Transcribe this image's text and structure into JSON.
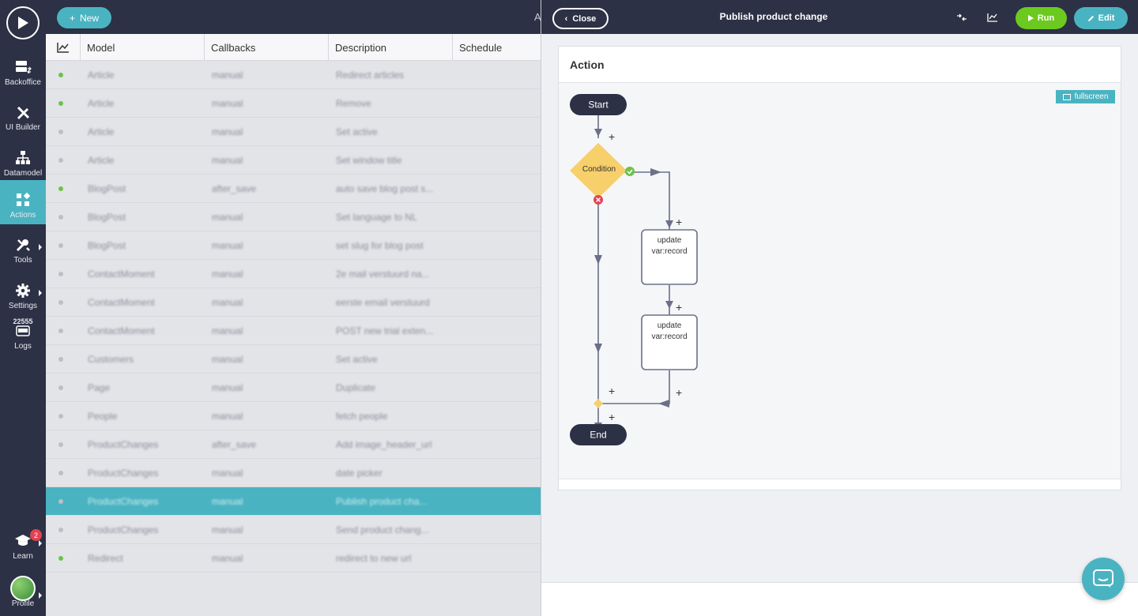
{
  "sidebar": {
    "items": [
      {
        "label": "Backoffice",
        "icon": "server-icon"
      },
      {
        "label": "UI Builder",
        "icon": "ruler-pencil-icon"
      },
      {
        "label": "Datamodel",
        "icon": "sitemap-icon"
      },
      {
        "label": "Actions",
        "icon": "nodes-icon"
      },
      {
        "label": "Tools",
        "icon": "wrench-icon"
      },
      {
        "label": "Settings",
        "icon": "gear-icon"
      },
      {
        "label": "Logs",
        "icon": "log-icon",
        "count": "22555"
      },
      {
        "label": "Learn",
        "icon": "graduation-cap-icon",
        "badge": "2"
      },
      {
        "label": "Profile",
        "icon": "avatar"
      }
    ]
  },
  "topbar": {
    "new_label": "New",
    "truncated_text": "A"
  },
  "table": {
    "headers": [
      "Model",
      "Callbacks",
      "Description",
      "Schedule"
    ],
    "rows": [
      {
        "active": true,
        "model": "Article",
        "callbacks": "manual",
        "description": "Redirect articles"
      },
      {
        "active": true,
        "model": "Article",
        "callbacks": "manual",
        "description": "Remove"
      },
      {
        "active": false,
        "model": "Article",
        "callbacks": "manual",
        "description": "Set active"
      },
      {
        "active": false,
        "model": "Article",
        "callbacks": "manual",
        "description": "Set window title"
      },
      {
        "active": true,
        "model": "BlogPost",
        "callbacks": "after_save",
        "description": "auto save blog post s..."
      },
      {
        "active": false,
        "model": "BlogPost",
        "callbacks": "manual",
        "description": "Set language to NL"
      },
      {
        "active": false,
        "model": "BlogPost",
        "callbacks": "manual",
        "description": "set slug for blog post"
      },
      {
        "active": false,
        "model": "ContactMoment",
        "callbacks": "manual",
        "description": "2e mail verstuurd na..."
      },
      {
        "active": false,
        "model": "ContactMoment",
        "callbacks": "manual",
        "description": "eerste email verstuurd"
      },
      {
        "active": false,
        "model": "ContactMoment",
        "callbacks": "manual",
        "description": "POST new trial exten..."
      },
      {
        "active": false,
        "model": "Customers",
        "callbacks": "manual",
        "description": "Set active"
      },
      {
        "active": false,
        "model": "Page",
        "callbacks": "manual",
        "description": "Duplicate"
      },
      {
        "active": false,
        "model": "People",
        "callbacks": "manual",
        "description": "fetch people"
      },
      {
        "active": false,
        "model": "ProductChanges",
        "callbacks": "after_save",
        "description": "Add image_header_url"
      },
      {
        "active": false,
        "model": "ProductChanges",
        "callbacks": "manual",
        "description": "date picker"
      },
      {
        "active": false,
        "model": "ProductChanges",
        "callbacks": "manual",
        "description": "Publish product cha...",
        "selected": true
      },
      {
        "active": false,
        "model": "ProductChanges",
        "callbacks": "manual",
        "description": "Send product chang..."
      },
      {
        "active": true,
        "model": "Redirect",
        "callbacks": "manual",
        "description": "redirect to new url"
      }
    ]
  },
  "panel": {
    "close_label": "Close",
    "title": "Publish product change",
    "run_label": "Run",
    "edit_label": "Edit",
    "card_title": "Action",
    "fullscreen_label": "fullscreen",
    "flow": {
      "start": "Start",
      "condition": "Condition",
      "step1_line1": "update",
      "step1_line2": "var:record",
      "step2_line1": "update",
      "step2_line2": "var:record",
      "end": "End",
      "plus": "+"
    }
  },
  "colors": {
    "nav_bg": "#2c3145",
    "accent": "#4ab3c1",
    "run_green": "#6cc91f",
    "condition_yellow": "#f7cf6b",
    "success_green": "#6cc24a",
    "error_red": "#e24352"
  }
}
